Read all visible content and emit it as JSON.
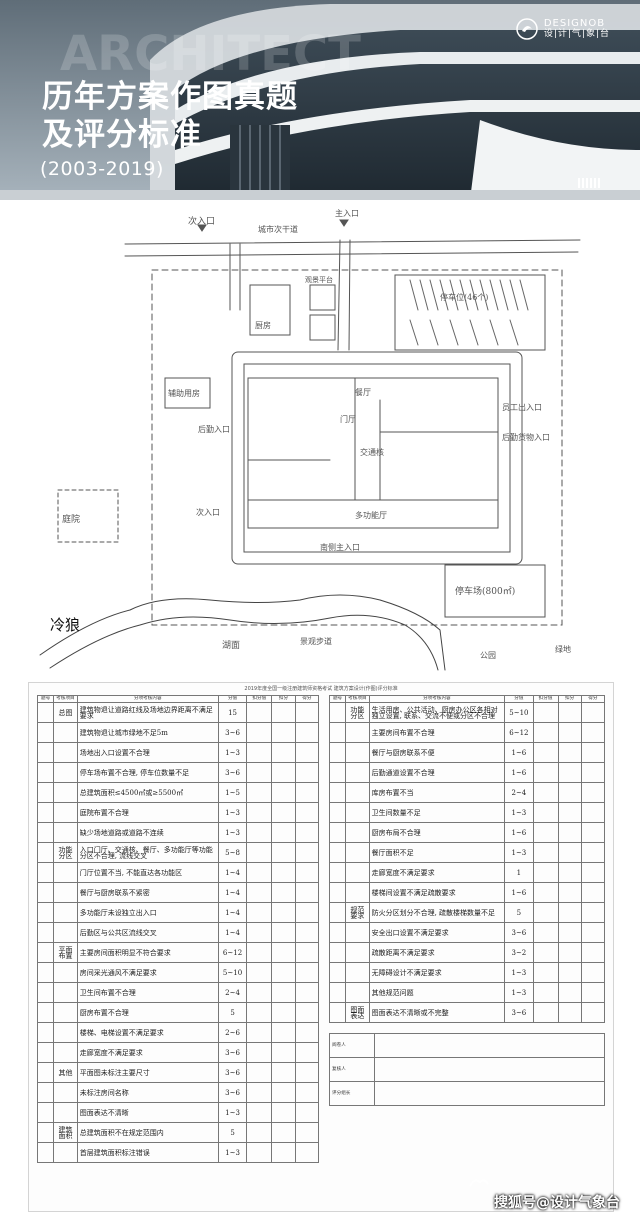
{
  "banner": {
    "title": "历年方案作图真题\n及评分标准",
    "years": "(2003-2019)",
    "brand_name": "DESIGNOB",
    "brand_sub": "设|计|气|象|台",
    "bg_text": "ARCHITECT"
  },
  "sketch": {
    "labels": {
      "top_entry_left": "次入口",
      "top_road": "城市次干道",
      "top_entry_right": "主入口",
      "parking_top": "停车位(46个)",
      "zone_left_small": "厨房",
      "zone_mid_small": "观景平台",
      "zone_left_box": "辅助用房",
      "zone_dining": "餐厅",
      "zone_lobby": "门厅",
      "zone_core": "交通核",
      "zone_south": "多功能厅",
      "left_court": "庭院",
      "right_entry_1": "员工出入口",
      "right_entry_2": "后勤货物入口",
      "left_side_entry": "后勤入口",
      "bottom_entry": "南侧主入口",
      "left_bottom_entry": "次入口",
      "lake_left": "冷狼",
      "lake_mid": "湖面",
      "lake_right": "景观步道",
      "bottom_parking": "停车场(800㎡)",
      "bottom_park": "公园",
      "bottom_green": "绿地"
    }
  },
  "table": {
    "doc_title": "2019年度全国一级注册建筑师资格考试 建筑方案设计(作图)评分标准",
    "left_header": [
      "题号",
      "考核项目",
      "分项考核内容",
      "分值",
      "扣分值",
      "扣分",
      "得分"
    ],
    "right_header": [
      "题号",
      "考核项目",
      "分项考核内容",
      "分值",
      "扣分值",
      "扣分",
      "得分"
    ],
    "left_rows": [
      {
        "item": "总图",
        "content": "建筑物退让道路红线及场地边界距离不满足要求",
        "range": "15"
      },
      {
        "item": "",
        "content": "建筑物退让城市绿地不足5m",
        "range": "3~6"
      },
      {
        "item": "",
        "content": "场地出入口设置不合理",
        "range": "1~3"
      },
      {
        "item": "",
        "content": "停车场布置不合理, 停车位数量不足",
        "range": "3~6"
      },
      {
        "item": "",
        "content": "总建筑面积≤4500㎡或≥5500㎡",
        "range": "1~5"
      },
      {
        "item": "",
        "content": "庭院布置不合理",
        "range": "1~3"
      },
      {
        "item": "",
        "content": "缺少场地道路或道路不连续",
        "range": "1~3"
      },
      {
        "item": "功能分区",
        "content": "入口门厅、交通核、餐厅、多功能厅等功能分区不合理, 流线交叉",
        "range": "5~8"
      },
      {
        "item": "",
        "content": "门厅位置不当, 不能直达各功能区",
        "range": "1~4"
      },
      {
        "item": "",
        "content": "餐厅与厨房联系不紧密",
        "range": "1~4"
      },
      {
        "item": "",
        "content": "多功能厅未设独立出入口",
        "range": "1~4"
      },
      {
        "item": "",
        "content": "后勤区与公共区流线交叉",
        "range": "1~4"
      },
      {
        "item": "平面布置",
        "content": "主要房间面积明显不符合要求",
        "range": "6~12"
      },
      {
        "item": "",
        "content": "房间采光通风不满足要求",
        "range": "5~10"
      },
      {
        "item": "",
        "content": "卫生间布置不合理",
        "range": "2~4"
      },
      {
        "item": "",
        "content": "厨房布置不合理",
        "range": "5"
      },
      {
        "item": "",
        "content": "楼梯、电梯设置不满足要求",
        "range": "2~6"
      },
      {
        "item": "",
        "content": "走廊宽度不满足要求",
        "range": "3~6"
      },
      {
        "item": "其他",
        "content": "平面图未标注主要尺寸",
        "range": "3~6"
      },
      {
        "item": "",
        "content": "未标注房间名称",
        "range": "3~6"
      },
      {
        "item": "",
        "content": "图面表达不清晰",
        "range": "1~3"
      },
      {
        "item": "建筑面积",
        "content": "总建筑面积不在规定范围内",
        "range": "5"
      },
      {
        "item": "",
        "content": "首层建筑面积标注错误",
        "range": "1~3"
      }
    ],
    "right_rows": [
      {
        "item": "功能分区",
        "content": "生活用房、公共活动、厨房办公区各相对独立设置, 联系、交流不便或分区不合理",
        "range": "5~10"
      },
      {
        "item": "",
        "content": "主要房间布置不合理",
        "range": "6~12"
      },
      {
        "item": "",
        "content": "餐厅与厨房联系不便",
        "range": "1~6"
      },
      {
        "item": "",
        "content": "后勤通道设置不合理",
        "range": "1~6"
      },
      {
        "item": "",
        "content": "库房布置不当",
        "range": "2~4"
      },
      {
        "item": "",
        "content": "卫生间数量不足",
        "range": "1~3"
      },
      {
        "item": "",
        "content": "厨房布局不合理",
        "range": "1~6"
      },
      {
        "item": "",
        "content": "餐厅面积不足",
        "range": "1~3"
      },
      {
        "item": "",
        "content": "走廊宽度不满足要求",
        "range": "1"
      },
      {
        "item": "",
        "content": "楼梯间设置不满足疏散要求",
        "range": "1~6"
      },
      {
        "item": "规范要求",
        "content": "防火分区划分不合理, 疏散楼梯数量不足",
        "range": "5"
      },
      {
        "item": "",
        "content": "安全出口设置不满足要求",
        "range": "3~6"
      },
      {
        "item": "",
        "content": "疏散距离不满足要求",
        "range": "3~2"
      },
      {
        "item": "",
        "content": "无障碍设计不满足要求",
        "range": "1~3"
      },
      {
        "item": "",
        "content": "其他规范问题",
        "range": "1~3"
      },
      {
        "item": "图面表达",
        "content": "图面表达不清晰或不完整",
        "range": "3~6"
      }
    ],
    "sign_rows": [
      "阅卷人",
      "复核人",
      "评分组长"
    ]
  },
  "watermark": {
    "text": "搜狐号@设计气象台",
    "small": "设计气象台"
  },
  "colors": {
    "pencil": "#555555",
    "table_border": "#777777"
  }
}
